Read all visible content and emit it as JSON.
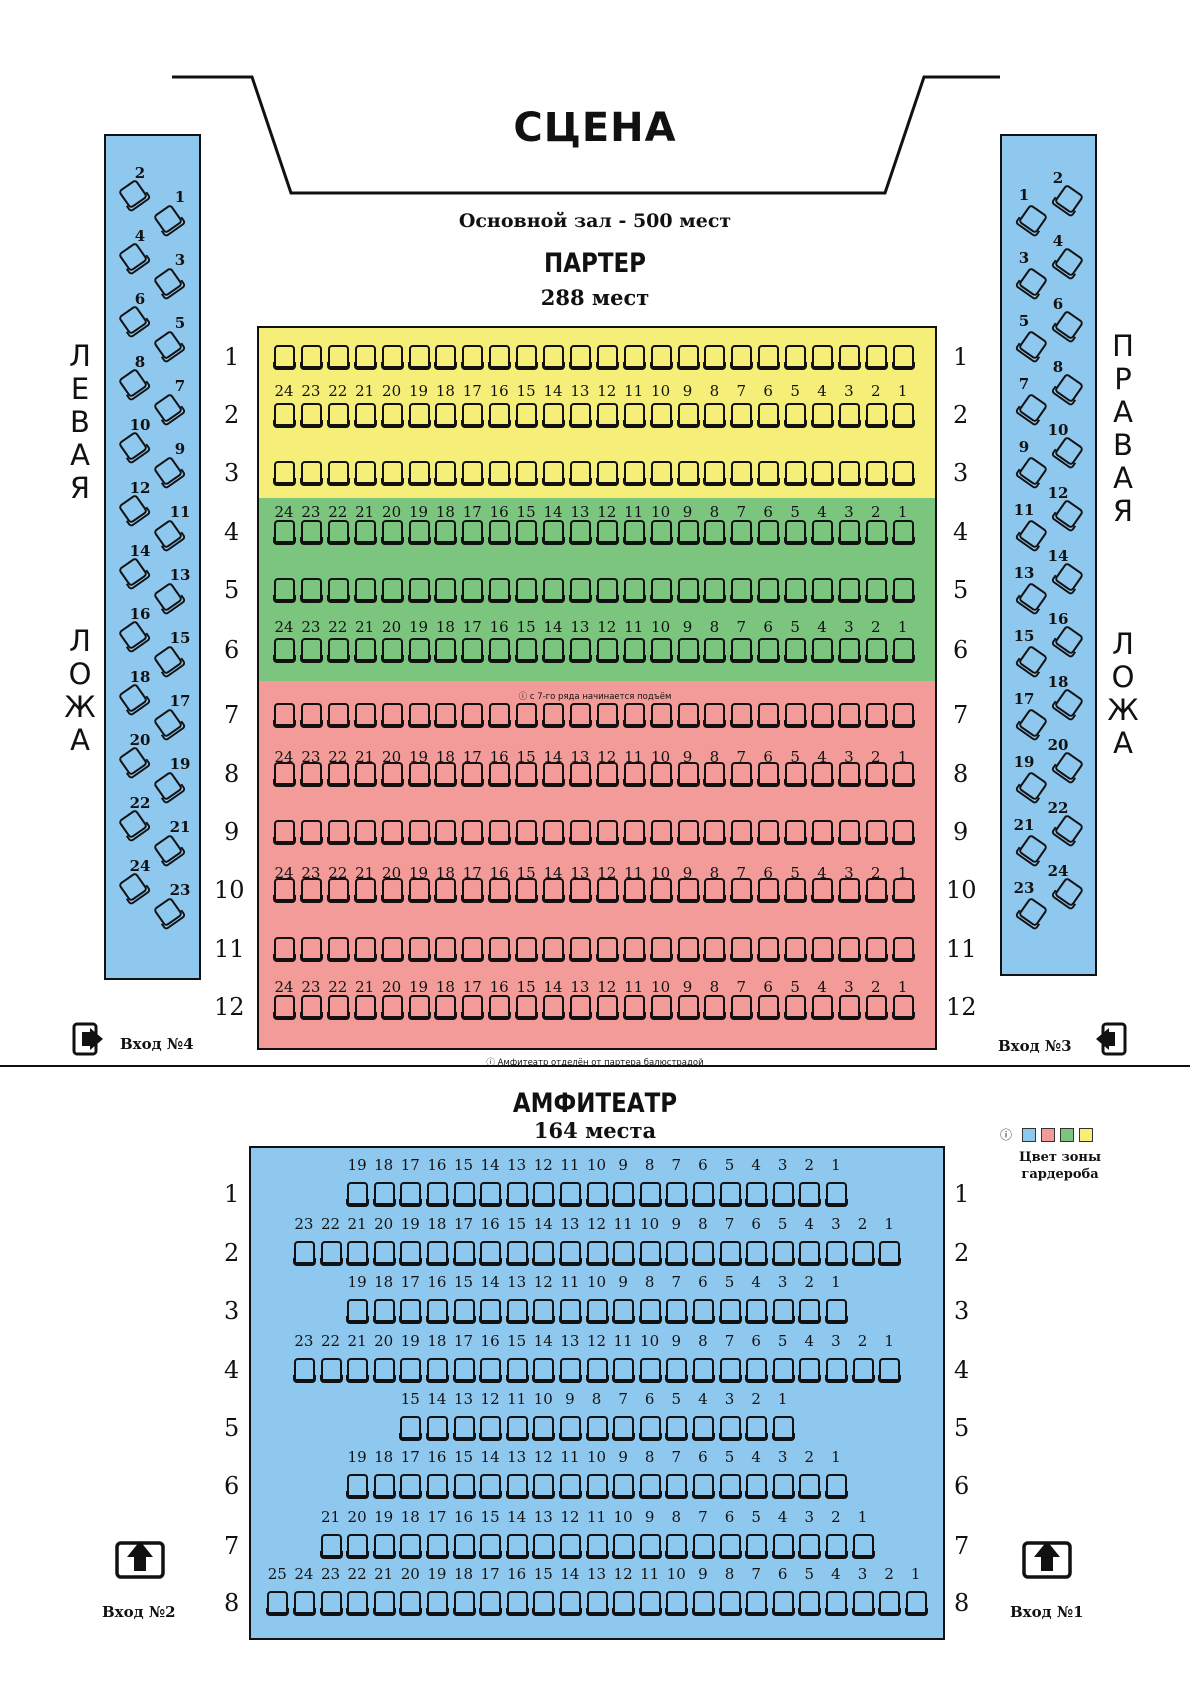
{
  "stage": {
    "title": "СЦЕНА"
  },
  "hall": {
    "title": "Основной зал - 500 мест"
  },
  "parterre": {
    "title": "ПАРТЕР",
    "count": "288 мест",
    "rows": [
      "1",
      "2",
      "3",
      "4",
      "5",
      "6",
      "7",
      "8",
      "9",
      "10",
      "11",
      "12"
    ],
    "seat_numbers": [
      "24",
      "23",
      "22",
      "21",
      "20",
      "19",
      "18",
      "17",
      "16",
      "15",
      "14",
      "13",
      "12",
      "11",
      "10",
      "9",
      "8",
      "7",
      "6",
      "5",
      "4",
      "3",
      "2",
      "1"
    ],
    "seats_per_row": 24,
    "zone_colors": {
      "yellow": "#f5ef7a",
      "green": "#7cc57f",
      "red": "#f39b98"
    },
    "note_rise": "с 7-го ряда начинается подъём",
    "note_balustrade": "Амфитеатр отделён от партера балюстрадой"
  },
  "left_loge": {
    "title": [
      "Л",
      "Е",
      "В",
      "А",
      "Я"
    ],
    "subtitle": [
      "Л",
      "О",
      "Ж",
      "А"
    ],
    "seats": [
      "2",
      "1",
      "4",
      "3",
      "6",
      "5",
      "8",
      "7",
      "10",
      "9",
      "12",
      "11",
      "14",
      "13",
      "16",
      "15",
      "18",
      "17",
      "20",
      "19",
      "22",
      "21",
      "24",
      "23"
    ]
  },
  "right_loge": {
    "title": [
      "П",
      "Р",
      "А",
      "В",
      "А",
      "Я"
    ],
    "subtitle": [
      "Л",
      "О",
      "Ж",
      "А"
    ],
    "seats": [
      "2",
      "1",
      "4",
      "3",
      "6",
      "5",
      "8",
      "7",
      "10",
      "9",
      "12",
      "11",
      "14",
      "13",
      "16",
      "15",
      "18",
      "17",
      "20",
      "19",
      "22",
      "21",
      "24",
      "23"
    ]
  },
  "entrances": {
    "e4": "Вход №4",
    "e3": "Вход №3",
    "e2": "Вход №2",
    "e1": "Вход №1"
  },
  "amphitheatre": {
    "title": "АМФИТЕАТР",
    "count": "164 места",
    "color": "#8fc8ef",
    "rows": [
      {
        "label": "1",
        "seats": 19
      },
      {
        "label": "2",
        "seats": 23
      },
      {
        "label": "3",
        "seats": 19
      },
      {
        "label": "4",
        "seats": 23
      },
      {
        "label": "5",
        "seats": 15
      },
      {
        "label": "6",
        "seats": 19
      },
      {
        "label": "7",
        "seats": 21
      },
      {
        "label": "8",
        "seats": 25
      }
    ]
  },
  "legend": {
    "label_line1": "Цвет зоны",
    "label_line2": "гардероба",
    "colors": [
      "#8fc8ef",
      "#f39b98",
      "#7cc57f",
      "#f5ef7a"
    ]
  },
  "loge_color": "#8fc8ef"
}
